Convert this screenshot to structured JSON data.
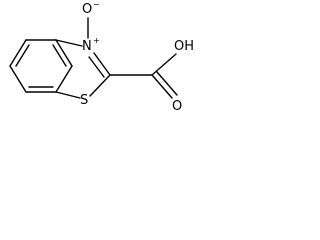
{
  "molecule": {
    "atoms": {
      "n": {
        "symbol": "N",
        "charge": "+"
      },
      "o_minus": {
        "symbol": "O",
        "charge": "−"
      },
      "s": {
        "symbol": "S"
      },
      "carbonyl_o": {
        "symbol": "O"
      },
      "hydroxyl": {
        "symbol": "OH"
      }
    }
  }
}
